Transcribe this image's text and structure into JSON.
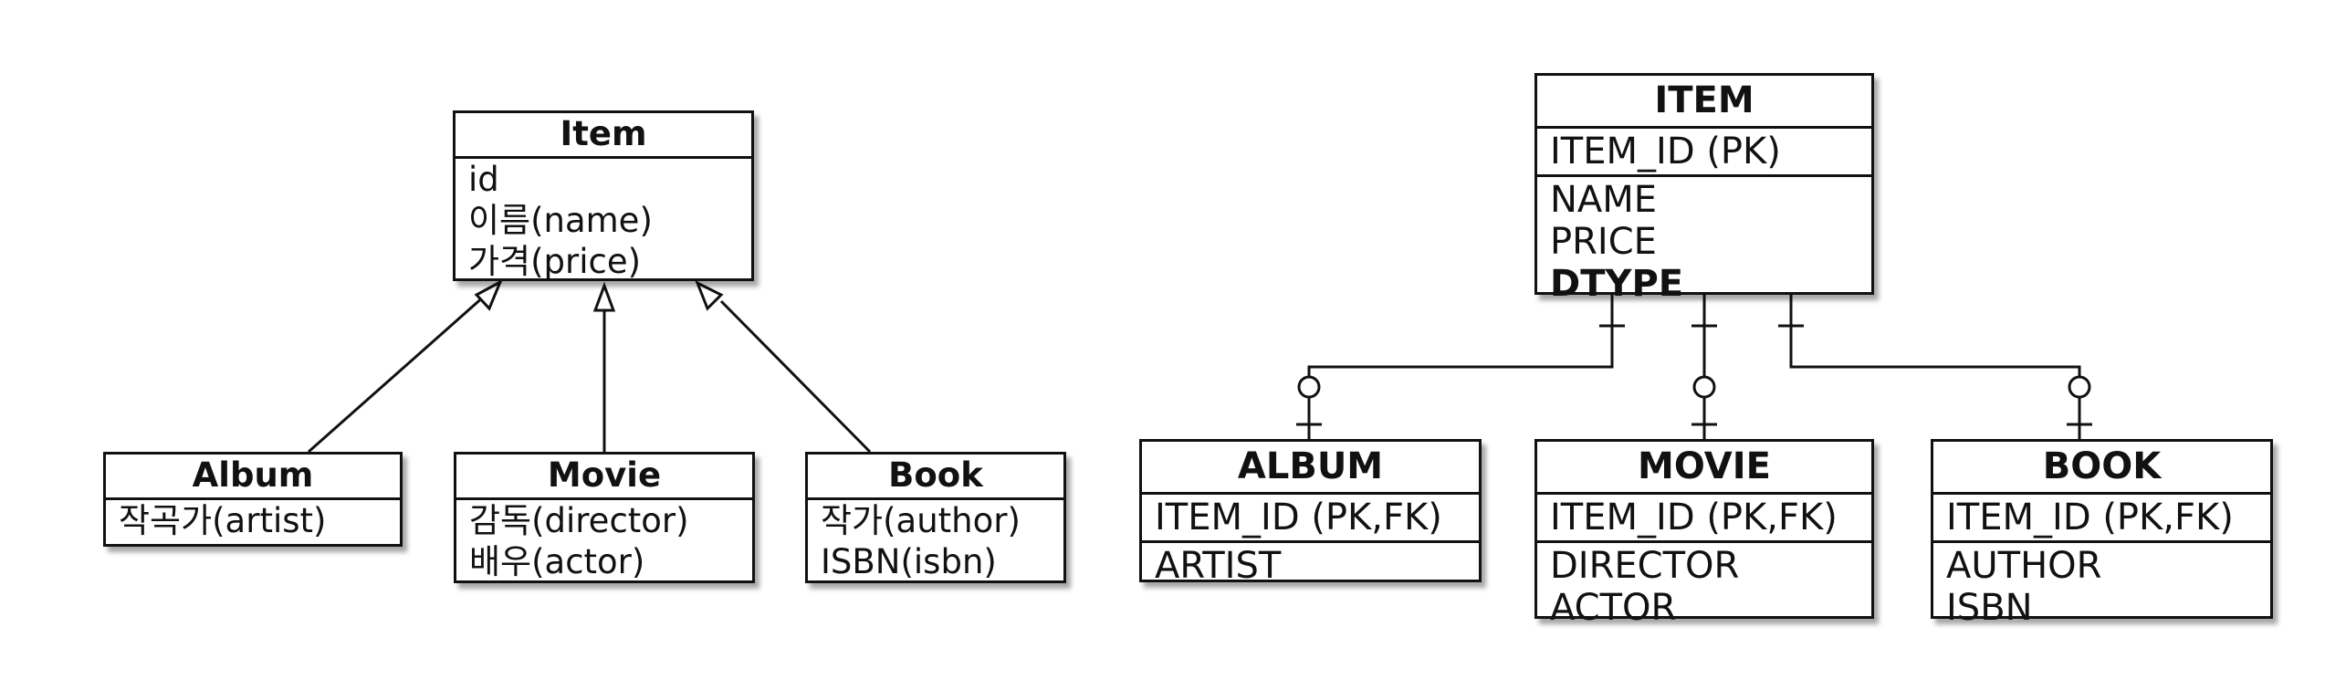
{
  "uml": {
    "item": {
      "title": "Item",
      "fields": [
        "id",
        "이름(name)",
        "가격(price)"
      ]
    },
    "album": {
      "title": "Album",
      "fields": [
        "작곡가(artist)"
      ]
    },
    "movie": {
      "title": "Movie",
      "fields": [
        "감독(director)",
        "배우(actor)"
      ]
    },
    "book": {
      "title": "Book",
      "fields": [
        "작가(author)",
        "ISBN(isbn)"
      ]
    }
  },
  "erd": {
    "item": {
      "title": "ITEM",
      "pk": "ITEM_ID (PK)",
      "columns": [
        "NAME",
        "PRICE"
      ],
      "discriminator": "DTYPE"
    },
    "album": {
      "title": "ALBUM",
      "pk": "ITEM_ID (PK,FK)",
      "columns": [
        "ARTIST"
      ]
    },
    "movie": {
      "title": "MOVIE",
      "pk": "ITEM_ID (PK,FK)",
      "columns": [
        "DIRECTOR",
        "ACTOR"
      ]
    },
    "book": {
      "title": "BOOK",
      "pk": "ITEM_ID (PK,FK)",
      "columns": [
        "AUTHOR",
        "ISBN"
      ]
    }
  }
}
